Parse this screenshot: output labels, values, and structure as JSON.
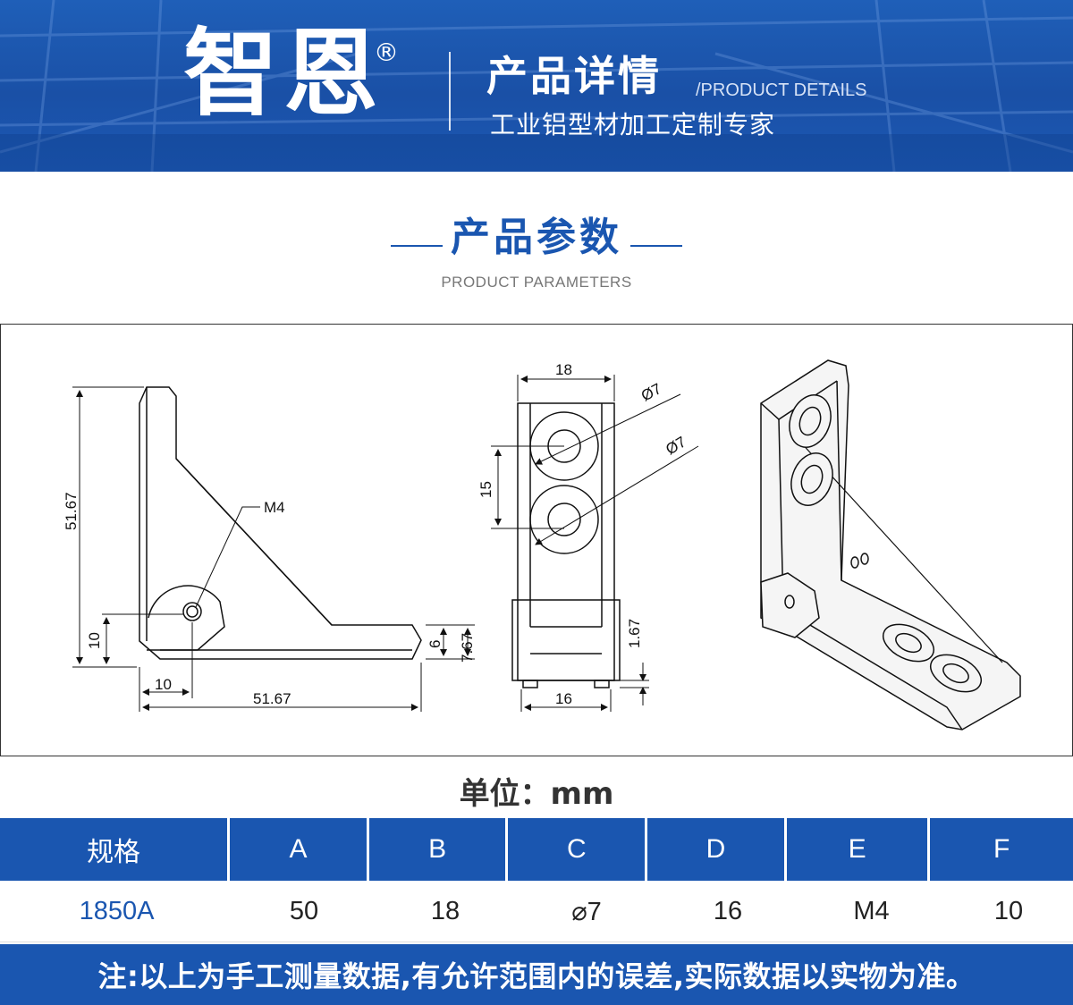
{
  "banner": {
    "brand": "智恩",
    "registered": "®",
    "title": "产品详情",
    "title_en": "/PRODUCT DETAILS",
    "subtitle": "工业铝型材加工定制专家"
  },
  "section": {
    "title": "产品参数",
    "title_en": "PRODUCT PARAMETERS"
  },
  "drawing": {
    "side_view": {
      "height_dim": "51.67",
      "width_dim": "51.67",
      "hole_label": "M4",
      "offset_x": "10",
      "offset_y": "10",
      "thickness": "6",
      "lip": "7.67"
    },
    "front_view": {
      "top_width": "18",
      "hole1": "Ø7",
      "hole2": "Ø7",
      "spacing": "15",
      "base_width": "16",
      "foot": "1.67"
    }
  },
  "unit": "单位：mm",
  "table": {
    "headers": [
      "规格",
      "A",
      "B",
      "C",
      "D",
      "E",
      "F"
    ],
    "row": [
      "1850A",
      "50",
      "18",
      "⌀7",
      "16",
      "M4",
      "10"
    ]
  },
  "note": "注:以上为手工测量数据,有允许范围内的误差,实际数据以实物为准。",
  "colors": {
    "brand_blue": "#1a56b0",
    "banner_blue": "#1f5fb8"
  }
}
